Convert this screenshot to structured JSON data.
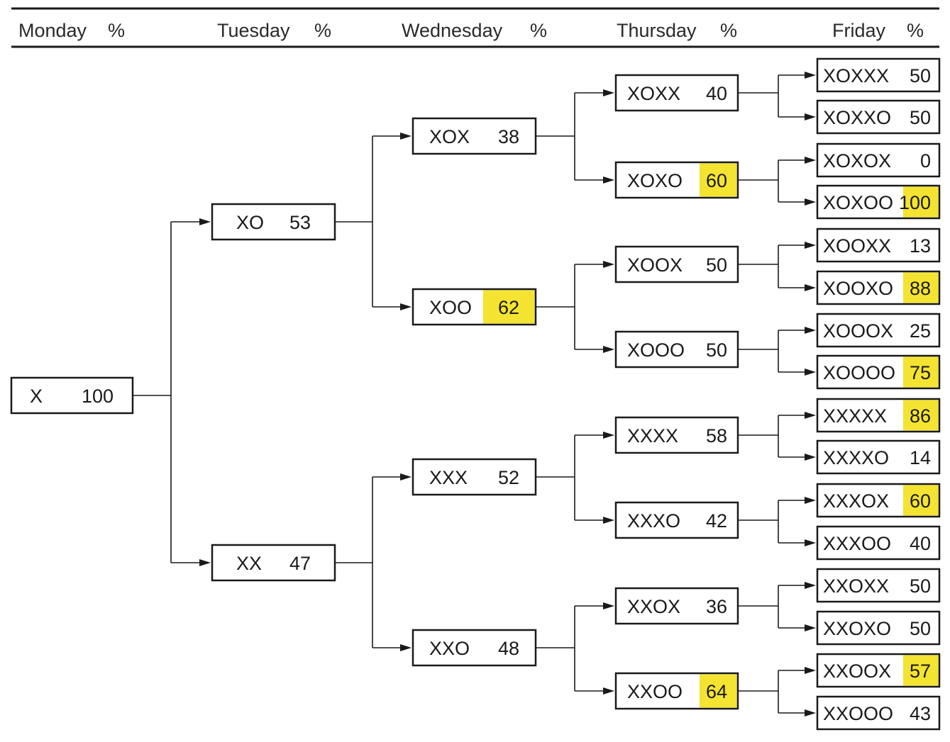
{
  "header": [
    {
      "day": "Monday",
      "unit": "%"
    },
    {
      "day": "Tuesday",
      "unit": "%"
    },
    {
      "day": "Wednesday",
      "unit": "%"
    },
    {
      "day": "Thursday",
      "unit": "%"
    },
    {
      "day": "Friday",
      "unit": "%"
    }
  ],
  "colors": {
    "highlight": "#f4e431",
    "line": "#1a1a1a"
  },
  "levels": [
    [
      {
        "seq": "X",
        "pct": "100",
        "highlight": false
      }
    ],
    [
      {
        "seq": "XO",
        "pct": "53",
        "highlight": false
      },
      {
        "seq": "XX",
        "pct": "47",
        "highlight": false
      }
    ],
    [
      {
        "seq": "XOX",
        "pct": "38",
        "highlight": false
      },
      {
        "seq": "XOO",
        "pct": "62",
        "highlight": true
      },
      {
        "seq": "XXX",
        "pct": "52",
        "highlight": false
      },
      {
        "seq": "XXO",
        "pct": "48",
        "highlight": false
      }
    ],
    [
      {
        "seq": "XOXX",
        "pct": "40",
        "highlight": false
      },
      {
        "seq": "XOXO",
        "pct": "60",
        "highlight": true
      },
      {
        "seq": "XOOX",
        "pct": "50",
        "highlight": false
      },
      {
        "seq": "XOOO",
        "pct": "50",
        "highlight": false
      },
      {
        "seq": "XXXX",
        "pct": "58",
        "highlight": false
      },
      {
        "seq": "XXXO",
        "pct": "42",
        "highlight": false
      },
      {
        "seq": "XXOX",
        "pct": "36",
        "highlight": false
      },
      {
        "seq": "XXOO",
        "pct": "64",
        "highlight": true
      }
    ],
    [
      {
        "seq": "XOXXX",
        "pct": "50",
        "highlight": false
      },
      {
        "seq": "XOXXO",
        "pct": "50",
        "highlight": false
      },
      {
        "seq": "XOXOX",
        "pct": "0",
        "highlight": false
      },
      {
        "seq": "XOXOO",
        "pct": "100",
        "highlight": true
      },
      {
        "seq": "XOOXX",
        "pct": "13",
        "highlight": false
      },
      {
        "seq": "XOOXO",
        "pct": "88",
        "highlight": true
      },
      {
        "seq": "XOOOX",
        "pct": "25",
        "highlight": false
      },
      {
        "seq": "XOOOO",
        "pct": "75",
        "highlight": true
      },
      {
        "seq": "XXXXX",
        "pct": "86",
        "highlight": true
      },
      {
        "seq": "XXXXO",
        "pct": "14",
        "highlight": false
      },
      {
        "seq": "XXXOX",
        "pct": "60",
        "highlight": true
      },
      {
        "seq": "XXXOO",
        "pct": "40",
        "highlight": false
      },
      {
        "seq": "XXOXX",
        "pct": "50",
        "highlight": false
      },
      {
        "seq": "XXOXO",
        "pct": "50",
        "highlight": false
      },
      {
        "seq": "XXOOX",
        "pct": "57",
        "highlight": true
      },
      {
        "seq": "XXOOO",
        "pct": "43",
        "highlight": false
      }
    ]
  ]
}
